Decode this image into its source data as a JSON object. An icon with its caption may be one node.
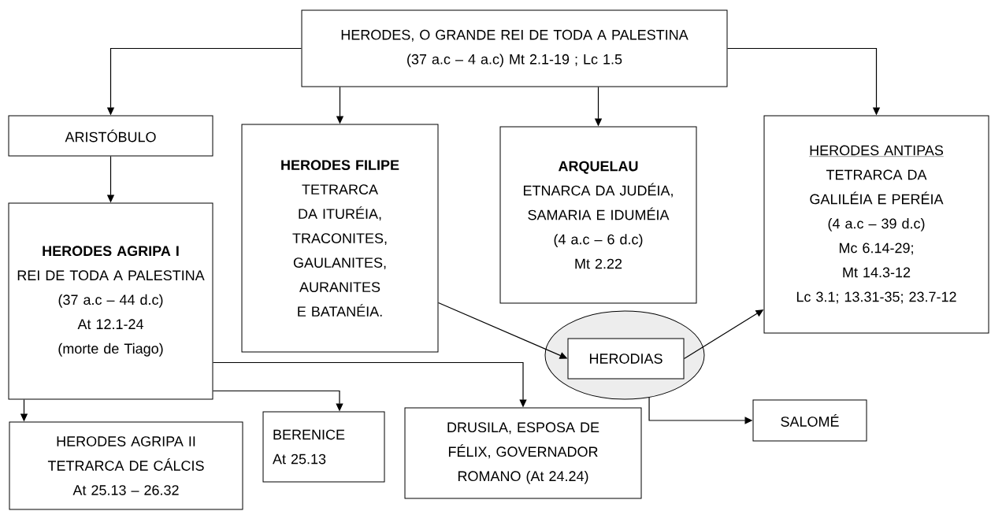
{
  "diagram": {
    "nodes": [
      {
        "text": [
          "HERODES, O GRANDE REI DE TODA A PALESTINA",
          "(37 a.c – 4 a.c) Mt 2.1-19 ; Lc 1.5"
        ]
      },
      {
        "text": [
          "ARISTÓBULO"
        ]
      },
      {
        "text": [
          "HERODES FILIPE",
          "TETRARCA DA ITURÉIA, TRACONITES, GAULANITES, AURANITES E BATANÉIA."
        ]
      },
      {
        "text": [
          "ARQUELAU",
          "ETNARCA DA JUDÉIA, SAMARIA E IDUMÉIA",
          "(4 a.c – 6 d.c)",
          "Mt 2.22"
        ]
      },
      {
        "text": [
          "HERODES ANTIPAS",
          "TETRARCA DA GALILÉIA E PERÉIA",
          "(4 a.c – 39 d.c)",
          "Mc 6.14-29;",
          "Mt 14.3-12",
          "Lc 3.1; 13.31-35; 23.7-12"
        ]
      },
      {
        "text": [
          "HERODES AGRIPA I",
          "REI DE TODA A PALESTINA",
          "(37 a.c – 44 d.c)",
          "At 12.1-24",
          "(morte de Tiago)"
        ]
      },
      {
        "text": [],
        "shape": "ellipse"
      },
      {
        "text": [
          "HERODIAS"
        ],
        "in": 6
      },
      {
        "text": [
          "HERODES AGRIPA II",
          "TETRARCA DE CÁLCIS",
          "At 25.13 – 26.32"
        ]
      },
      {
        "text": [
          "BERENICE",
          "At 25.13"
        ]
      },
      {
        "text": [
          "DRUSILA, ESPOSA DE FÉLIX, GOVERNADOR ROMANO (At 24.24)"
        ]
      },
      {
        "text": [
          "SALOMÉ"
        ]
      }
    ],
    "edges": [
      {
        "from": 0,
        "to": 1,
        "arrow": "to"
      },
      {
        "from": 0,
        "to": 2,
        "arrow": "to"
      },
      {
        "from": 0,
        "to": 3,
        "arrow": "to"
      },
      {
        "from": 0,
        "to": 4,
        "arrow": "to"
      },
      {
        "from": 1,
        "to": 5,
        "arrow": "to"
      },
      {
        "from": 2,
        "to": 7,
        "arrow": "to"
      },
      {
        "from": 7,
        "to": 4,
        "arrow": "to"
      },
      {
        "from": 5,
        "to": 8,
        "arrow": "to"
      },
      {
        "from": 5,
        "to": 9,
        "arrow": "to"
      },
      {
        "from": 5,
        "to": 10,
        "arrow": "to"
      },
      {
        "from": 6,
        "to": 11,
        "arrow": "to"
      }
    ]
  }
}
